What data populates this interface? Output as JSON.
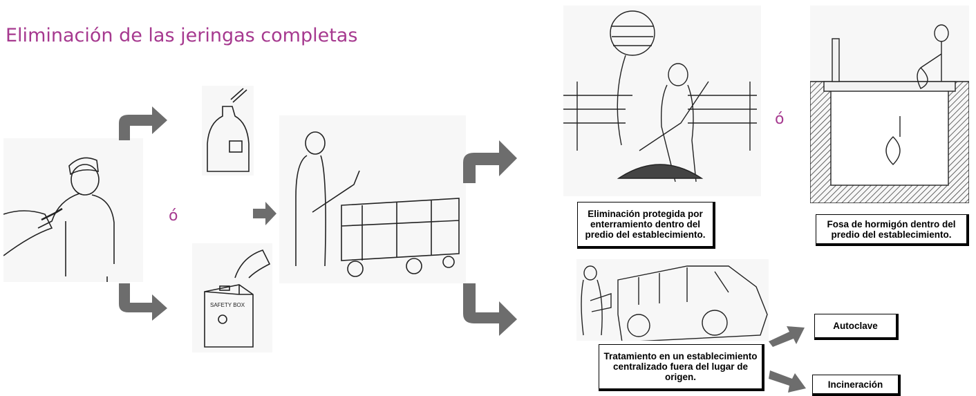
{
  "title": "Eliminación de las jeringas completas",
  "or_label": "ó",
  "captions": {
    "burial": "Eliminación protegida por enterramiento dentro del predio del establecimiento.",
    "concrete_pit": "Fosa de hormigón dentro del predio del establecimiento.",
    "offsite": "Tratamiento en un establecimiento centralizado fuera del lugar de origen.",
    "autoclave": "Autoclave",
    "incineration": "Incineración"
  },
  "illustrations": {
    "health_worker": "health-worker-injection",
    "bottle": "plastic-bottle-container",
    "safety_box": "safety-box",
    "safety_box_label": "SAFETY BOX",
    "cart": "worker-pushing-cart",
    "burial": "worker-digging-burial",
    "pit": "concrete-pit",
    "vehicle": "worker-loading-vehicle"
  },
  "colors": {
    "title": "#a6398f",
    "arrow": "#6d6d6d"
  }
}
